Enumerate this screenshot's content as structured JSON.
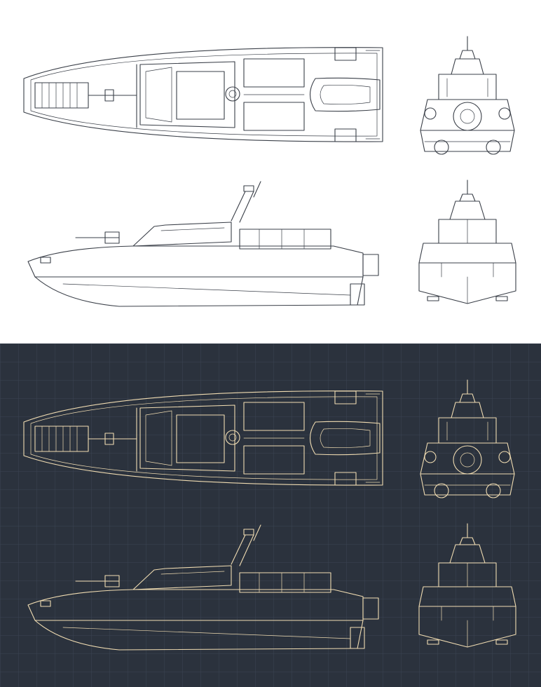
{
  "drawing": {
    "subject": "patrol-boat",
    "views": [
      "top",
      "rear",
      "side",
      "front"
    ],
    "colors": {
      "light_background": "#ffffff",
      "light_ink": "#3a3f48",
      "dark_background": "#2b323d",
      "dark_ink": "#f0dcb2",
      "dark_grid": "#3b4452"
    }
  }
}
